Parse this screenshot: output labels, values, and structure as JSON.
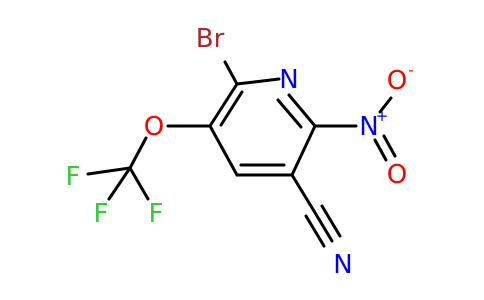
{
  "molecule": {
    "atoms": {
      "br": "Br",
      "n_ring": "N",
      "o_ether": "O",
      "f1": "F",
      "f2": "F",
      "f3": "F",
      "n_nitro": "N",
      "n_nitro_charge": "+",
      "o_nitro_top": "O",
      "o_nitro_top_charge": "-",
      "o_nitro_bottom": "O",
      "n_nitrile": "N"
    },
    "colors": {
      "bond": "#000000",
      "bromine": "#a52a2a",
      "nitrogen": "#0000ff",
      "oxygen": "#ff0000",
      "fluorine": "#33cc33"
    }
  }
}
